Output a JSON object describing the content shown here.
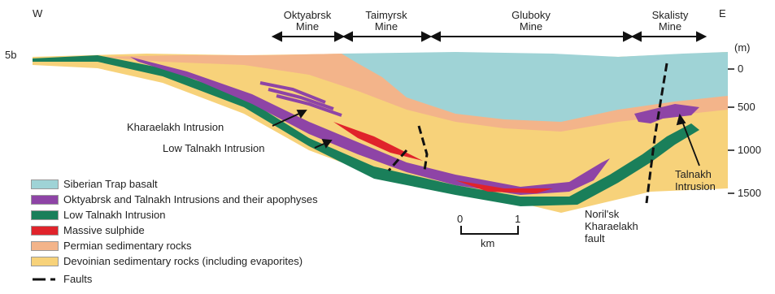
{
  "compass": {
    "west": "W",
    "east": "E"
  },
  "section_marker": "5b",
  "mines": [
    {
      "line1": "Oktyabrsk",
      "line2": "Mine"
    },
    {
      "line1": "Taimyrsk",
      "line2": "Mine"
    },
    {
      "line1": "Gluboky",
      "line2": "Mine"
    },
    {
      "line1": "Skalisty",
      "line2": "Mine"
    }
  ],
  "depth_axis": {
    "unit": "(m)",
    "ticks": [
      "0",
      "500",
      "1000",
      "1500"
    ]
  },
  "annotations": {
    "kharaelakh": "Kharaelakh Intrusion",
    "low_talnakh": "Low Talnakh Intrusion",
    "talnakh_1": "Talnakh",
    "talnakh_2": "Intrusion",
    "fault_1": "Noril'sk",
    "fault_2": "Kharaelakh",
    "fault_3": "fault"
  },
  "scale_bar": {
    "start": "0",
    "end": "1",
    "unit": "km"
  },
  "legend": [
    {
      "label": "Siberian Trap basalt",
      "color": "#9fd3d6"
    },
    {
      "label": "Oktyabrsk and Talnakh Intrusions and their apophyses",
      "color": "#8e44a6"
    },
    {
      "label": "Low Talnakh Intrusion",
      "color": "#1a7f5a"
    },
    {
      "label": "Massive sulphide",
      "color": "#e0232b"
    },
    {
      "label": "Permian sedimentary rocks",
      "color": "#f3b48a"
    },
    {
      "label": "Devoinian sedimentary rocks (including evaporites)",
      "color": "#f7d27a"
    },
    {
      "label": "Faults",
      "color": "#111111"
    }
  ]
}
